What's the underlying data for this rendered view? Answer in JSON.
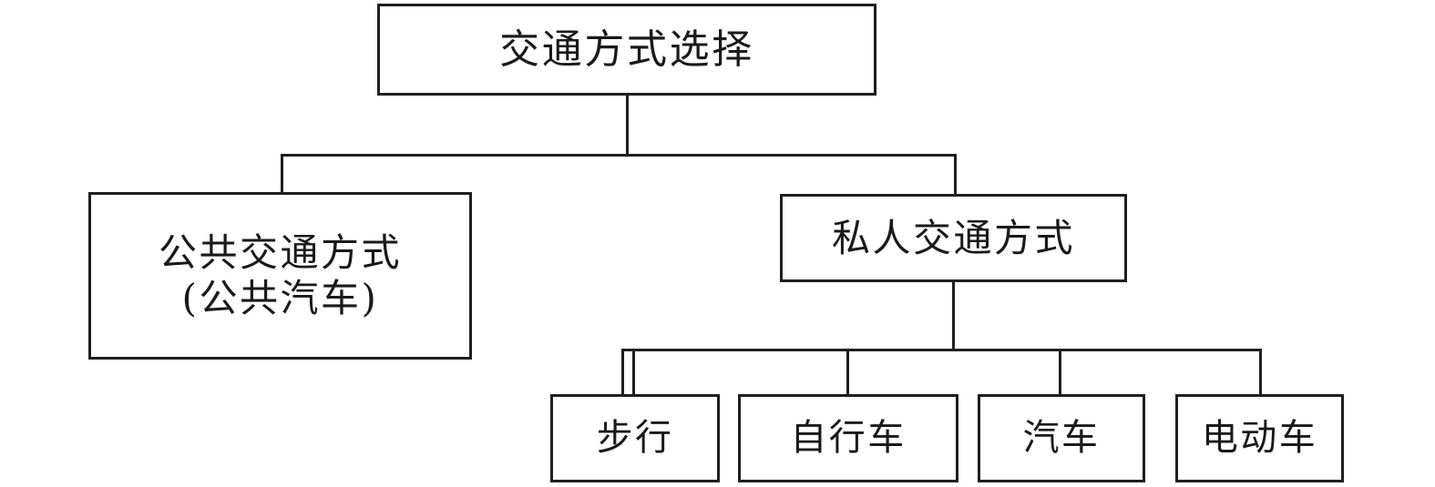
{
  "diagram": {
    "type": "tree",
    "title": "交通方式选择",
    "background_color": "#ffffff",
    "line_color": "#1f1f1f",
    "text_color": "#1a1a1a",
    "root": {
      "label": "交通方式选择"
    },
    "level1": [
      {
        "id": "public-transport",
        "label_line1": "公共交通方式",
        "label_line2": "(公共汽车)",
        "children": []
      },
      {
        "id": "private-transport",
        "label": "私人交通方式",
        "children": [
          "步行",
          "自行车",
          "汽车",
          "电动车"
        ]
      }
    ],
    "leaves": [
      {
        "id": "walking",
        "label": "步行"
      },
      {
        "id": "bicycle",
        "label": "自行车"
      },
      {
        "id": "car",
        "label": "汽车"
      },
      {
        "id": "e-vehicle",
        "label": "电动车"
      }
    ]
  }
}
